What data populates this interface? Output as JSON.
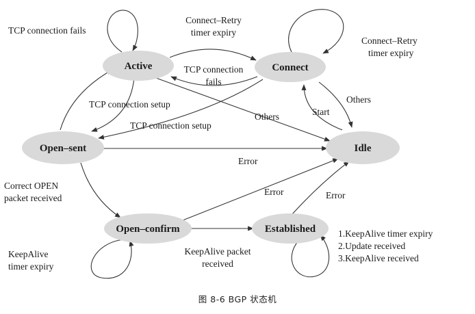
{
  "diagram": {
    "states": {
      "active": "Active",
      "connect": "Connect",
      "open_sent": "Open–sent",
      "idle": "Idle",
      "open_confirm": "Open–confirm",
      "established": "Established"
    },
    "labels": {
      "tcp_fails_active_1": "TCP connection fails",
      "connect_retry_top_1": "Connect–Retry",
      "connect_retry_top_2": "timer expiry",
      "connect_retry_loop_1": "Connect–Retry",
      "connect_retry_loop_2": "timer expiry",
      "tcp_fails_mid_1": "TCP connection",
      "tcp_fails_mid_2": "fails",
      "tcp_setup_1": "TCP connection setup",
      "tcp_setup_2": "TCP connection setup",
      "others_1": "Others",
      "others_2": "Others",
      "start": "Start",
      "error_1": "Error",
      "error_2": "Error",
      "error_3": "Error",
      "correct_open_1": "Correct OPEN",
      "correct_open_2": "packet received",
      "keepalive_loop_1": "KeepAlive",
      "keepalive_loop_2": "timer expiry",
      "keepalive_pkt_1": "KeepAlive packet",
      "keepalive_pkt_2": "received",
      "est_loop_1": "1.KeepAlive timer expiry",
      "est_loop_2": "2.Update received",
      "est_loop_3": "3.KeepAlive received"
    },
    "caption": "图 8-6   BGP 状态机"
  }
}
